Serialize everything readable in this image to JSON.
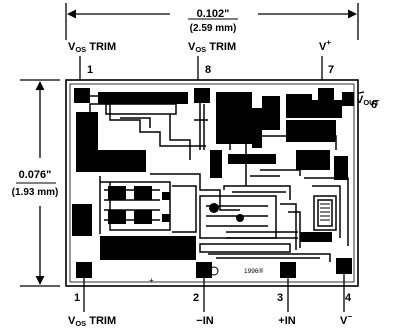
{
  "dimensions": {
    "width_inches": "0.102\"",
    "width_mm": "(2.59 mm)",
    "height_inches": "0.076\"",
    "height_mm": "(1.93 mm)"
  },
  "pins": {
    "top": [
      {
        "name_main": "V",
        "name_sub": "OS",
        "name_rest": " TRIM",
        "number": "1"
      },
      {
        "name_main": "V",
        "name_sub": "OS",
        "name_rest": " TRIM",
        "number": "8"
      },
      {
        "name_main": "V",
        "name_sup": "+",
        "number": "7"
      }
    ],
    "right": {
      "name_main": "V",
      "name_sub": "OUT",
      "number": "6"
    },
    "bottom": [
      {
        "name_main": "V",
        "name_sub": "OS",
        "name_rest": " TRIM",
        "number": "1"
      },
      {
        "name_main": "−IN",
        "number": "2"
      },
      {
        "name_main": "+IN",
        "number": "3"
      },
      {
        "name_main": "V",
        "name_sup": "−",
        "number": "4"
      }
    ]
  },
  "die_marking": "1996®"
}
